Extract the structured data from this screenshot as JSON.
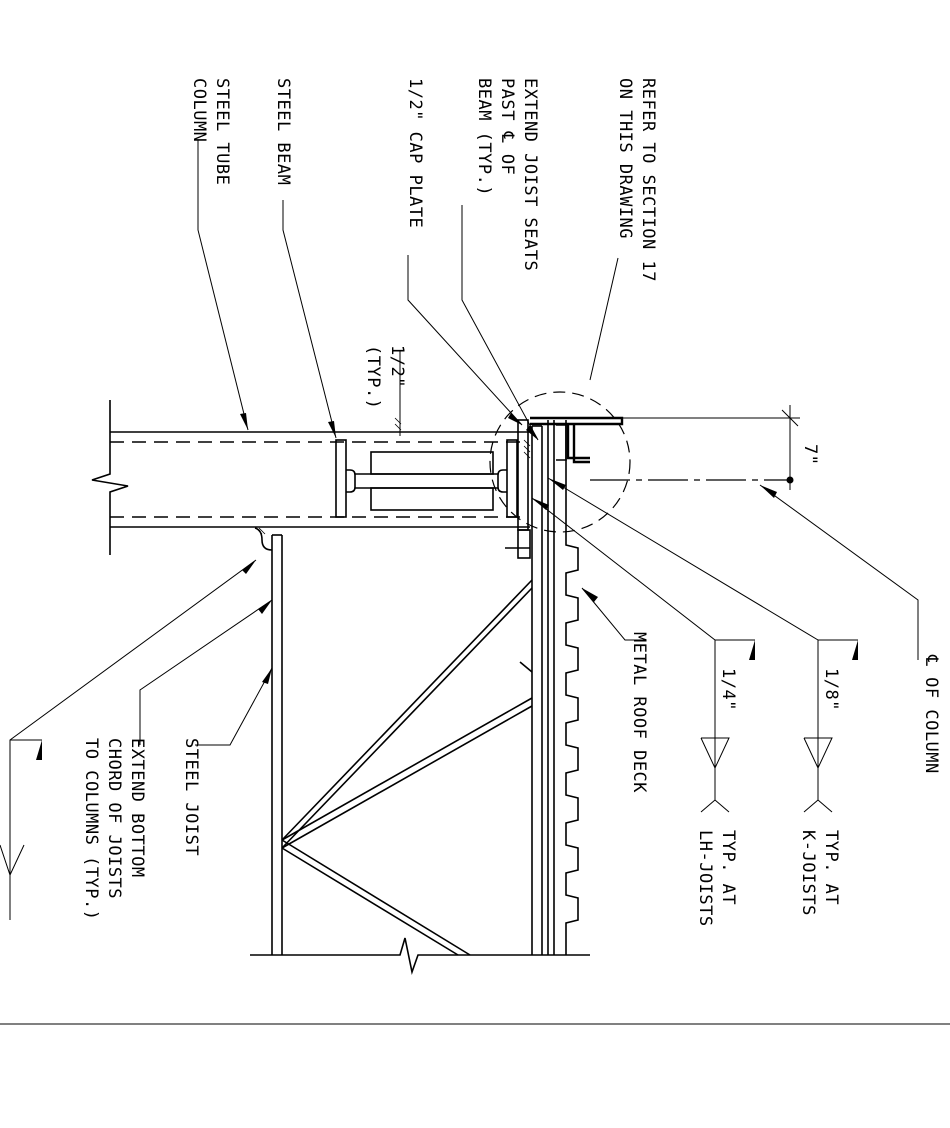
{
  "labels": {
    "refer_section_1": "REFER TO SECTION 17",
    "refer_section_2": "ON THIS DRAWING",
    "extend_seats_1": "EXTEND JOIST SEATS",
    "extend_seats_2": "PAST ℄ OF",
    "extend_seats_3": "BEAM (TYP.)",
    "cap_plate": "1/2\" CAP PLATE",
    "steel_beam": "STEEL BEAM",
    "steel_tube_1": "STEEL TUBE",
    "steel_tube_2": "COLUMN",
    "half_inch": "1/2\"",
    "half_typ": "(TYP.)",
    "seven_inch": "7\"",
    "cl_column": "℄ OF COLUMN",
    "weld_eighth": "1/8\"",
    "typ_k_1": "TYP. AT",
    "typ_k_2": "K-JOISTS",
    "weld_quarter": "1/4\"",
    "typ_lh_1": "TYP. AT",
    "typ_lh_2": "LH-JOISTS",
    "metal_deck": "METAL ROOF DECK",
    "steel_joist": "STEEL JOIST",
    "extend_bottom_1": "EXTEND BOTTOM",
    "extend_bottom_2": "CHORD OF JOISTS",
    "extend_bottom_3": "TO COLUMNS (TYP.)"
  }
}
